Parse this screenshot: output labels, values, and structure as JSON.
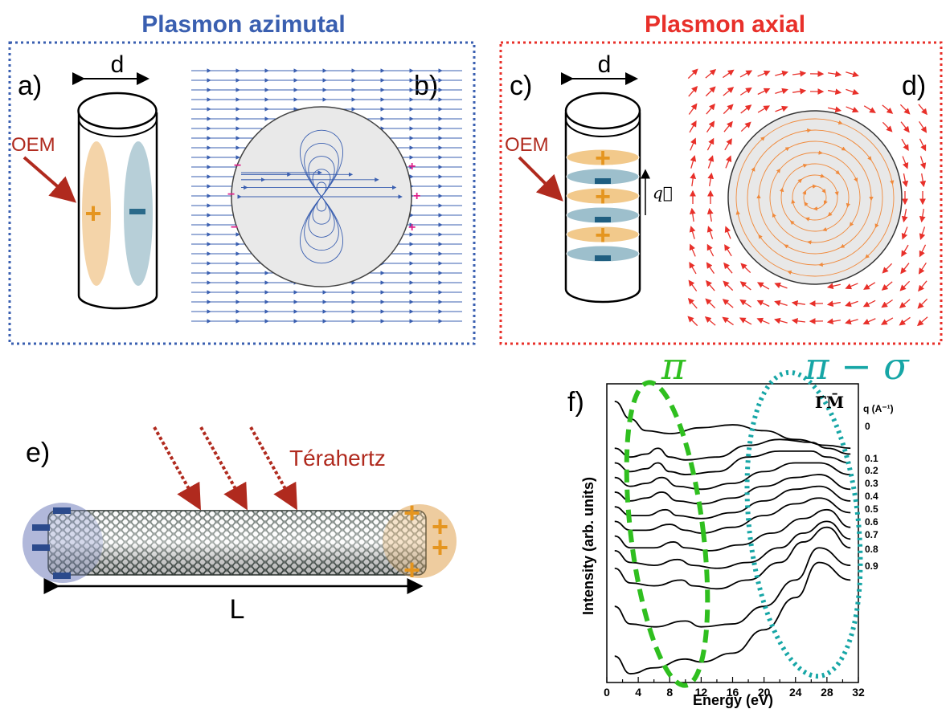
{
  "panel_azimutal": {
    "title": "Plasmon azimutal",
    "label_a": "a)",
    "label_b": "b)",
    "dimension": "d",
    "oem": "OEM",
    "plus": "+",
    "minus": "−"
  },
  "panel_axial": {
    "title": "Plasmon axial",
    "label_c": "c)",
    "label_d": "d)",
    "dimension": "d",
    "oem": "OEM",
    "wavevector": "q⃗"
  },
  "panel_e": {
    "label": "e)",
    "source": "Térahertz",
    "length": "L"
  },
  "panel_f": {
    "label": "f)",
    "annotation_pi": "π",
    "annotation_pi_sigma": "π − σ",
    "direction": "Γ̄M̄",
    "q_header": "q (A⁻¹)",
    "q_values": [
      "0",
      "0.1",
      "0.2",
      "0.3",
      "0.4",
      "0.5",
      "0.6",
      "0.7",
      "0.8",
      "0.9"
    ],
    "xlabel": "Energy (eV)",
    "ylabel": "Intensity (arb. units)",
    "xticks": [
      "0",
      "4",
      "8",
      "12",
      "16",
      "20",
      "24",
      "28",
      "32"
    ]
  },
  "colors": {
    "azimutal": "#3a5fb0",
    "axial": "#e8302a",
    "orange": "#e5951f",
    "navy": "#2b4a8c",
    "dark_red": "#b02a1e",
    "pi_green": "#2fbf1f",
    "pi_sigma_teal": "#16a6a6"
  },
  "chart_data": {
    "type": "line",
    "title": "",
    "xlabel": "Energy (eV)",
    "ylabel": "Intensity (arb. units)",
    "xlim": [
      0,
      32
    ],
    "series": [
      {
        "name": "0",
        "x": [
          1,
          3,
          5,
          8,
          12,
          16,
          20,
          24,
          28,
          31
        ],
        "y": [
          9.6,
          9.0,
          8.6,
          8.5,
          8.7,
          8.8,
          8.6,
          8.3,
          8.1,
          8.0
        ]
      },
      {
        "name": "0.1",
        "x": [
          1,
          3,
          5,
          6.5,
          8,
          10,
          14,
          18,
          22,
          26,
          28,
          31
        ],
        "y": [
          8.0,
          7.7,
          7.8,
          8.0,
          7.7,
          7.6,
          7.7,
          8.1,
          8.3,
          8.2,
          8.0,
          7.8
        ]
      },
      {
        "name": "0.2",
        "x": [
          1,
          3,
          5,
          6.5,
          8,
          10,
          14,
          18,
          22,
          26,
          28,
          31
        ],
        "y": [
          7.5,
          7.2,
          7.3,
          7.5,
          7.2,
          7.1,
          7.2,
          7.7,
          7.9,
          7.9,
          7.7,
          7.5
        ]
      },
      {
        "name": "0.3",
        "x": [
          1,
          3,
          5,
          7,
          9,
          12,
          16,
          20,
          24,
          27,
          31
        ],
        "y": [
          7.0,
          6.7,
          6.8,
          7.0,
          6.7,
          6.6,
          6.8,
          7.2,
          7.5,
          7.5,
          7.1
        ]
      },
      {
        "name": "0.4",
        "x": [
          1,
          3,
          5,
          7,
          9,
          12,
          16,
          20,
          24,
          27,
          31
        ],
        "y": [
          6.5,
          6.2,
          6.3,
          6.5,
          6.2,
          6.1,
          6.3,
          6.7,
          7.0,
          7.1,
          6.6
        ]
      },
      {
        "name": "0.5",
        "x": [
          1,
          3,
          5,
          7.5,
          9,
          12,
          16,
          20,
          24,
          27,
          31
        ],
        "y": [
          6.0,
          5.7,
          5.7,
          5.9,
          5.7,
          5.6,
          5.8,
          6.2,
          6.6,
          6.7,
          6.2
        ]
      },
      {
        "name": "0.6",
        "x": [
          1,
          3,
          5,
          8,
          10,
          12,
          16,
          20,
          24,
          27,
          31
        ],
        "y": [
          5.5,
          5.2,
          5.2,
          5.4,
          5.2,
          5.1,
          5.3,
          5.7,
          6.1,
          6.3,
          5.8
        ]
      },
      {
        "name": "0.7",
        "x": [
          1,
          3,
          6,
          8.5,
          10,
          13,
          17,
          21,
          25,
          28,
          31
        ],
        "y": [
          5.0,
          4.6,
          4.6,
          4.8,
          4.6,
          4.5,
          4.7,
          5.1,
          5.6,
          5.9,
          5.3
        ]
      },
      {
        "name": "0.8",
        "x": [
          1,
          3,
          6,
          9,
          11,
          14,
          18,
          22,
          25,
          28,
          31
        ],
        "y": [
          4.5,
          4.1,
          4.0,
          4.2,
          4.0,
          3.9,
          4.1,
          4.6,
          5.1,
          5.5,
          4.9
        ]
      },
      {
        "name": "0.9",
        "x": [
          1,
          3,
          6,
          9.5,
          11,
          14,
          18,
          22,
          25,
          28,
          31
        ],
        "y": [
          3.9,
          3.4,
          3.3,
          3.5,
          3.3,
          3.2,
          3.5,
          4.1,
          4.8,
          5.3,
          4.6
        ]
      },
      {
        "name": "",
        "x": [
          1,
          3,
          6,
          10,
          12,
          16,
          20,
          24,
          27,
          31
        ],
        "y": [
          2.6,
          2.0,
          1.9,
          2.1,
          1.9,
          2.0,
          2.6,
          3.5,
          4.6,
          4.0
        ]
      },
      {
        "name": "",
        "x": [
          1,
          3,
          6,
          10,
          12,
          16,
          20,
          24,
          27,
          31
        ],
        "y": [
          0.9,
          0.3,
          0.5,
          0.8,
          0.7,
          1.0,
          1.8,
          2.9,
          4.1,
          3.5
        ]
      }
    ]
  }
}
